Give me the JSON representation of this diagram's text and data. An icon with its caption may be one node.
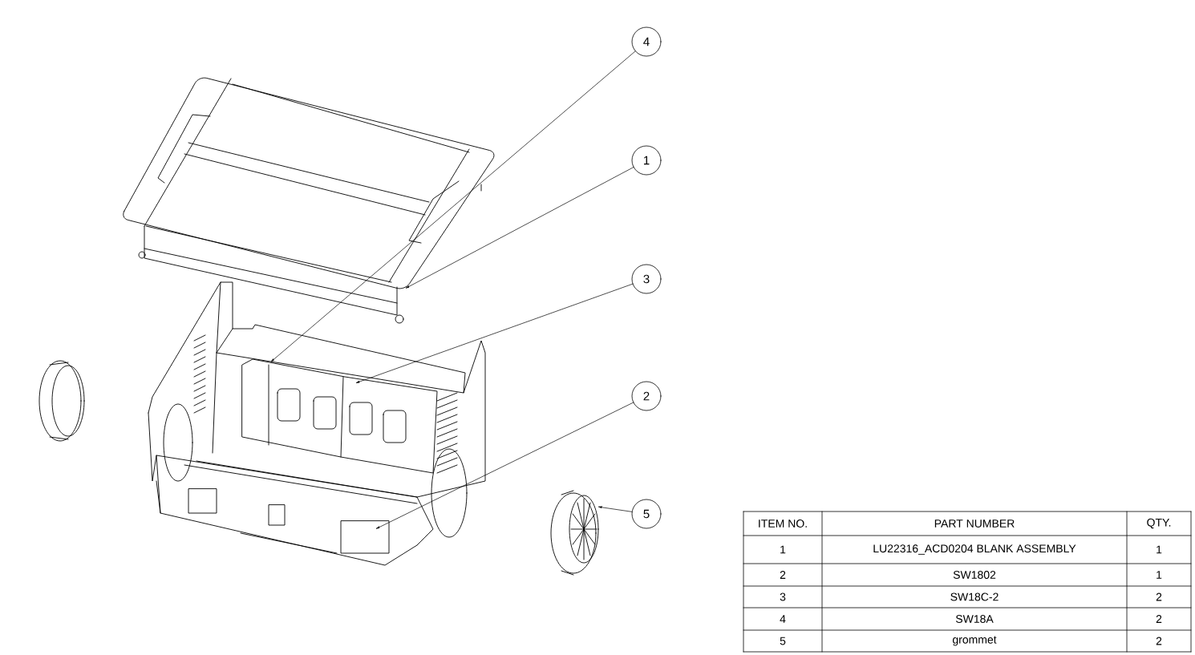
{
  "diagram": {
    "nodes": [
      {
        "text": [
          "4"
        ]
      },
      {
        "text": [
          "1"
        ]
      },
      {
        "text": [
          "3"
        ]
      },
      {
        "text": [
          "2"
        ]
      },
      {
        "text": [
          "5"
        ]
      }
    ],
    "edges": [
      {
        "from": 0,
        "to": null,
        "arrow": "to"
      },
      {
        "from": 1,
        "to": null,
        "arrow": "to"
      },
      {
        "from": 2,
        "to": null,
        "arrow": "to"
      },
      {
        "from": 3,
        "to": null,
        "arrow": "to"
      },
      {
        "from": 4,
        "to": null,
        "arrow": "to"
      }
    ],
    "labels": [
      "ITEM NO.",
      "PART NUMBER",
      "QTY.",
      "1",
      "LU22316_ACD0204 BLANK ASSEMBLY",
      "1",
      "2",
      "SW1802",
      "1",
      "3",
      "SW18C-2",
      "2",
      "4",
      "SW18A",
      "2",
      "5",
      "grommet",
      "2"
    ]
  }
}
